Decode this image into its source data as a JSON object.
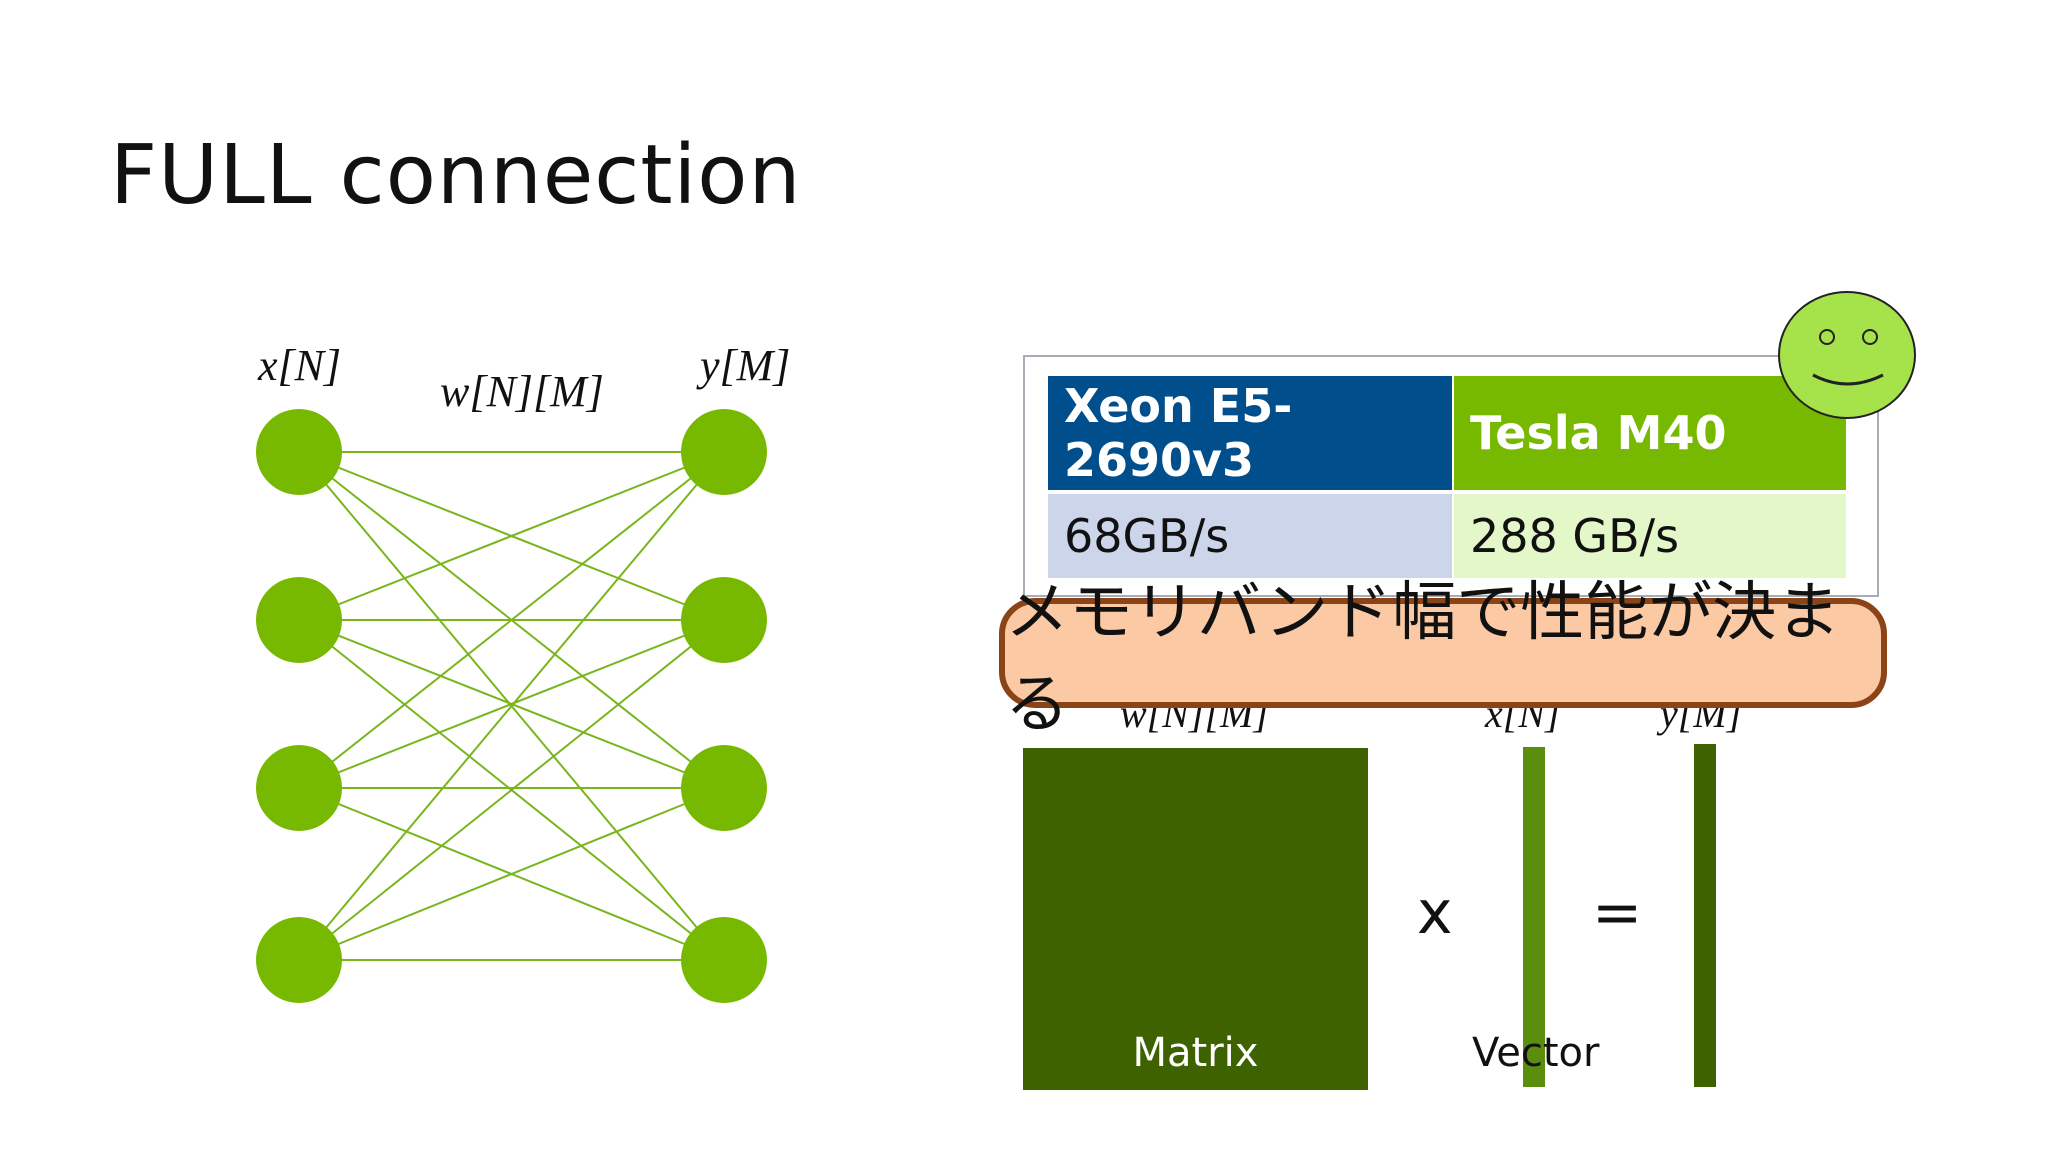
{
  "slide": {
    "title": "FULL connection"
  },
  "network": {
    "input_label": "x[N]",
    "weight_label": "w[N][M]",
    "output_label": "y[M]",
    "input_nodes": 4,
    "output_nodes": 4,
    "node_color": "#76b900",
    "edge_color": "#7ab51d"
  },
  "bandwidth_table": {
    "headers": [
      "Xeon E5-2690v3",
      "Tesla M40"
    ],
    "values": [
      "68GB/s",
      "288 GB/s"
    ],
    "colors": {
      "header_cpu": "#004f8c",
      "header_gpu": "#76b900",
      "value_cpu": "#ccd5ea",
      "value_gpu": "#e4f7c8"
    }
  },
  "callout": {
    "text": "メモリバンド幅で性能が決まる"
  },
  "matrix_vector": {
    "matrix_label": "Matrix",
    "vector_label": "Vector",
    "multiply_sign": "x",
    "equals_sign": "=",
    "behind_labels": [
      "w[N][M]",
      "x[N]",
      "y[M]"
    ]
  },
  "smiley": {
    "icon": "smiley-face-icon",
    "color": "#a6e34a"
  }
}
